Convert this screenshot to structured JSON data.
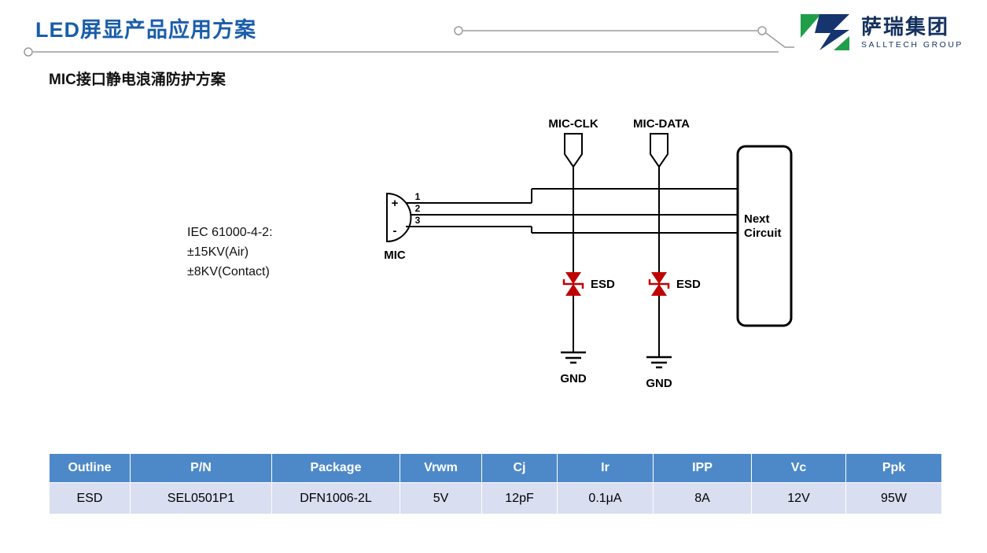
{
  "header": {
    "title": "LED屏显产品应用方案",
    "logo_cn": "萨瑞集团",
    "logo_en": "SALLTECH GROUP"
  },
  "subtitle": "MIC接口静电浪涌防护方案",
  "diagram": {
    "iec": [
      "IEC 61000-4-2:",
      "±15KV(Air)",
      "±8KV(Contact)"
    ],
    "connector_clk": "MIC-CLK",
    "connector_data": "MIC-DATA",
    "mic": "MIC",
    "plus": "+",
    "minus": "-",
    "pin1": "1",
    "pin2": "2",
    "pin3": "3",
    "esd": "ESD",
    "gnd": "GND",
    "next_line1": "Next",
    "next_line2": "Circuit"
  },
  "table": {
    "headers": [
      "Outline",
      "P/N",
      "Package",
      "Vrwm",
      "Cj",
      "Ir",
      "IPP",
      "Vc",
      "Ppk"
    ],
    "rows": [
      [
        "ESD",
        "SEL0501P1",
        "DFN1006-2L",
        "5V",
        "12pF",
        "0.1μA",
        "8A",
        "12V",
        "95W"
      ]
    ]
  },
  "colors": {
    "title_blue": "#1a5dab",
    "table_header_blue": "#4d89c8",
    "table_row_bg": "#d9def1",
    "diode_red": "#c00000",
    "logo_green": "#1f9e4a",
    "logo_navy": "#16356e"
  }
}
